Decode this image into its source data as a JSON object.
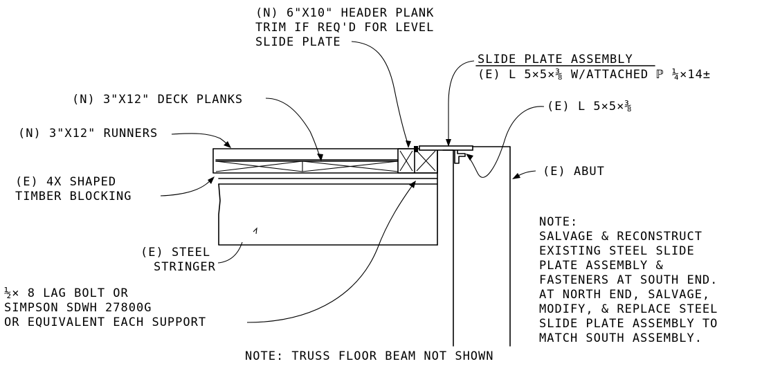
{
  "labels": {
    "header_plank": [
      "(N) 6\"X10\" HEADER PLANK",
      "TRIM IF REQ'D FOR LEVEL",
      "SLIDE PLATE"
    ],
    "slide_plate_assembly": {
      "title": "SLIDE PLATE ASSEMBLY",
      "spec": "(E) L  5×5×⅜  W/ATTACHED ℙ ¼×14±"
    },
    "angle": "(E) L  5×5×⅜",
    "deck_planks": "(N) 3\"X12\" DECK PLANKS",
    "runners": "(N) 3\"X12\" RUNNERS",
    "abut": "(E) ABUT",
    "blocking": [
      "(E) 4X SHAPED",
      "TIMBER BLOCKING"
    ],
    "stringer": [
      "(E) STEEL",
      "STRINGER"
    ],
    "lag_bolt": [
      "½× 8 LAG BOLT OR",
      "SIMPSON SDWH 27800G",
      "OR EQUIVALENT EACH SUPPORT"
    ],
    "note_main": [
      "NOTE:",
      "SALVAGE & RECONSTRUCT",
      "EXISTING STEEL SLIDE",
      "PLATE ASSEMBLY &",
      "FASTENERS AT SOUTH END.",
      "AT NORTH END, SALVAGE,",
      "MODIFY, & REPLACE STEEL",
      "SLIDE PLATE ASSEMBLY TO",
      "MATCH SOUTH ASSEMBLY."
    ],
    "note_bottom": "NOTE: TRUSS FLOOR BEAM NOT SHOWN"
  }
}
